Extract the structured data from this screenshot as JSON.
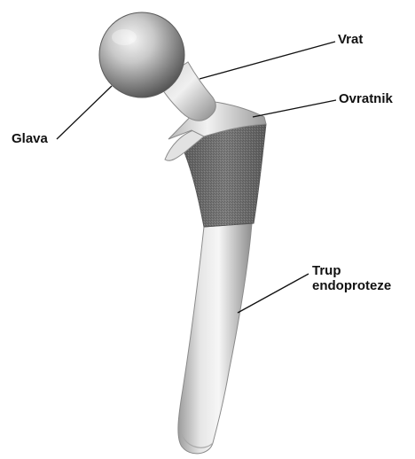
{
  "labels": {
    "glava": "Glava",
    "vrat": "Vrat",
    "ovratnik": "Ovratnik",
    "trup_line1": "Trup",
    "trup_line2": "endoproteze"
  }
}
